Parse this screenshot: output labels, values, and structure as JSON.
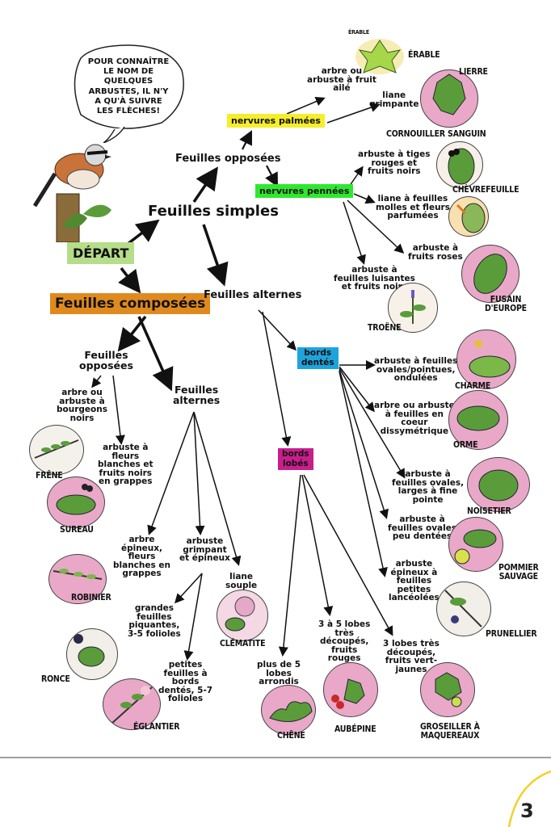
{
  "speech": "POUR CONNAÎTRE\nLE NOM DE\nQUELQUES\nARBUSTES, IL N'Y\nA QU'À SUIVRE\nLES FLÈCHES!",
  "start": "DÉPART",
  "nodes": {
    "simples": "Feuilles simples",
    "composees": "Feuilles composées",
    "opposees": "Feuilles opposées",
    "alternes": "Feuilles alternes",
    "palmees": "nervures palmées",
    "pennees": "nervures pennées",
    "dentes": "bords\ndentés",
    "lobes": "bords\nlobés",
    "comp_opposees": "Feuilles\nopposées",
    "comp_alternes": "Feuilles\nalternes"
  },
  "descriptions": {
    "erable": "arbre ou\narbuste à fruit\nailé",
    "lierre": "liane\ngrimpante",
    "cornouiller": "arbuste à tiges\nrouges et\nfruits noirs",
    "chevrefeuille": "liane à feuilles\nmolles et fleurs\nparfumées",
    "fusain": "arbuste à\nfruits roses",
    "troene": "arbuste à\nfeuilles luisantes\net fruits noirs",
    "charme": "arbuste à feuilles\novales/pointues,\nondulées",
    "orme": "arbre ou arbuste\nà feuilles en\ncoeur\ndissymétrique",
    "noisetier": "arbuste à\nfeuilles ovales,\nlarges à fine\npointe",
    "pommier": "arbuste à\nfeuilles ovales\npeu dentées",
    "prunellier": "arbuste\népineux à\nfeuilles\npetites\nlancéolées",
    "chene": "plus de 5\nlobes\narrondis",
    "aubepine": "3 à 5 lobes\ntrès\ndécoupés,\nfruits\nrouges",
    "groseillier": "3 lobes très\ndécoupés,\nfruits vert-\njaunes",
    "frene": "arbre ou\narbuste à\nbourgeons\nnoirs",
    "sureau": "arbuste à\nfleurs\nblanches et\nfruits noirs\nen grappes",
    "robinier": "arbre\népineux,\nfleurs\nblanches en\ngrappes",
    "grimpant": "arbuste\ngrimpant\net épineux",
    "clematite": "liane\nsouple",
    "ronce": "grandes\nfeuilles\npiquantes,\n3-5 folioles",
    "eglantier": "petites\nfeuilles à\nbords\ndentés, 5-7\nfolioles"
  },
  "plants": {
    "erable_tag": "ÉRABLE",
    "erable": "ÉRABLE",
    "lierre": "LIERRE",
    "cornouiller": "CORNOUILLER SANGUIN",
    "chevrefeuille": "CHÈVREFEUILLE",
    "fusain": "FUSAIN\nD'EUROPE",
    "troene": "TROËNE",
    "charme": "CHARME",
    "orme": "ORME",
    "noisetier": "NOISETIER",
    "pommier": "POMMIER\nSAUVAGE",
    "prunellier": "PRUNELLIER",
    "chene": "CHÊNE",
    "aubepine": "AUBÉPINE",
    "groseillier": "GROSEILLER À\nMAQUEREAUX",
    "frene": "FRÊNE",
    "sureau": "SUREAU",
    "robinier": "ROBINIER",
    "ronce": "RONCE",
    "eglantier": "ÉGLANTIER",
    "clematite": "CLÉMATITE"
  },
  "page_number": "3",
  "colors": {
    "start_box": "#b6dd8a",
    "composees_box": "#e08a1e",
    "palmees_box": "#f5ee2a",
    "pennees_box": "#2ee82e",
    "dentes_box": "#1ea3dc",
    "lobes_box": "#c81e8c",
    "leaf_green": "#5a9c3a",
    "pink_wash": "#e9a8c8",
    "page_arc": "#f2d12a"
  }
}
